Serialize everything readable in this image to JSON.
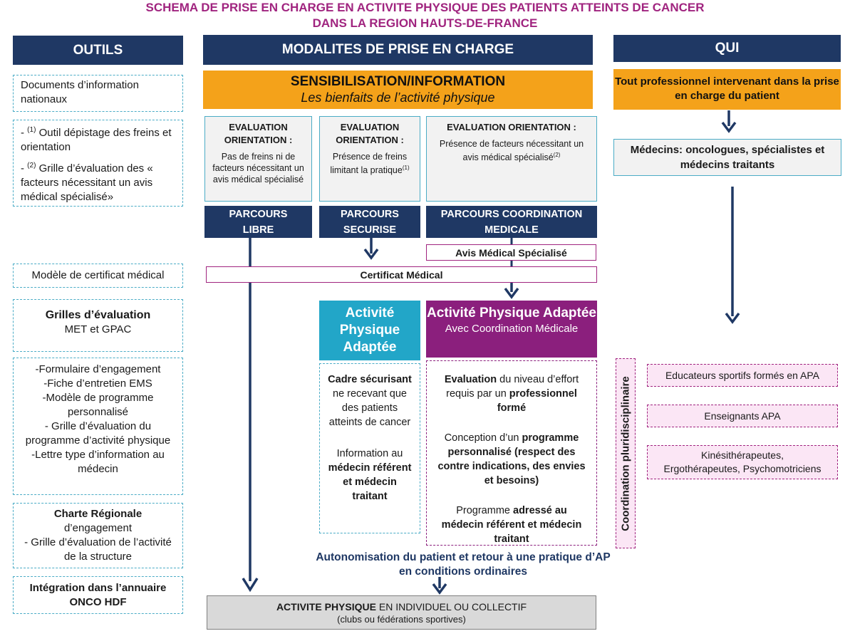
{
  "title": {
    "line1": "SCHEMA DE PRISE EN CHARGE EN ACTIVITE PHYSIQUE DES PATIENTS ATTEINTS DE CANCER",
    "line2": "DANS LA REGION HAUTS-DE-FRANCE"
  },
  "headers": {
    "outils": "OUTILS",
    "modalites": "MODALITES DE PRISE EN CHARGE",
    "qui": "QUI"
  },
  "outils": {
    "docs": "Documents d’information nationaux",
    "outil_sup": "(1)",
    "outil_text": " Outil dépistage des freins et orientation",
    "grille_sup": "(2)",
    "grille_text": " Grille d’évaluation des « facteurs nécessitant un avis médical spécialisé»",
    "certificat": "Modèle de certificat médical",
    "grilles_title": "Grilles d’évaluation",
    "grilles_sub": "MET et GPAC",
    "forms": [
      "-Formulaire d’engagement",
      "-Fiche d’entretien EMS",
      "-Modèle de programme personnalisé",
      "- Grille d’évaluation du programme d’activité physique",
      "-Lettre type d’information au médecin"
    ],
    "charte_title": "Charte Régionale",
    "charte_sub": "d’engagement",
    "charte_grille": "- Grille d’évaluation de l’activité de la structure",
    "annuaire": "Intégration dans l’annuaire ONCO HDF"
  },
  "sensibilisation": {
    "title": "SENSIBILISATION/INFORMATION",
    "subtitle": "Les bienfaits de l’activité physique"
  },
  "evaluations": [
    {
      "title": "EVALUATION ORIENTATION :",
      "text": "Pas de freins ni de facteurs nécessitant un avis médical spécialisé",
      "sup": ""
    },
    {
      "title": "EVALUATION ORIENTATION :",
      "text": "Présence de freins limitant la pratique",
      "sup": "(1)"
    },
    {
      "title": "EVALUATION ORIENTATION :",
      "text": "Présence de facteurs nécessitant un avis médical spécialisé",
      "sup": "(2)"
    }
  ],
  "parcours": [
    {
      "line1": "PARCOURS",
      "line2": "LIBRE"
    },
    {
      "line1": "PARCOURS",
      "line2": "SECURISE"
    },
    {
      "line1": "PARCOURS COORDINATION",
      "line2": "MEDICALE"
    }
  ],
  "avis": "Avis Médical Spécialisé",
  "certificat_medical": "Certificat Médical",
  "apa": {
    "title": "Activité Physique Adaptée",
    "coord_title": "Activité Physique Adaptée",
    "coord_sub": "Avec Coordination Médicale"
  },
  "apa_details": {
    "cadre_bold": "Cadre sécurisant",
    "cadre_text": " ne recevant que des patients atteints de cancer",
    "info_text": "Information au ",
    "info_bold": "médecin référent et médecin traitant"
  },
  "coord_details": {
    "eval_bold": "Evaluation",
    "eval_text": " du niveau d’effort requis par un ",
    "eval_bold2": "professionnel formé",
    "conc_text": "Conception d’un ",
    "conc_bold": "programme personnalisé (respect des contre indications, des envies et besoins)",
    "prog_text": "Programme ",
    "prog_bold": "adressé au médecin référent et médecin traitant"
  },
  "autonomisation": "Autonomisation du patient et retour à une pratique d’AP en conditions ordinaires",
  "final": {
    "bold": "ACTIVITE PHYSIQUE",
    "text": " EN INDIVIDUEL OU COLLECTIF",
    "sub": "(clubs ou fédérations sportives)"
  },
  "qui": {
    "tout_bold": "Tout professionnel",
    "tout_text": " intervenant dans la prise en charge du patient",
    "medecins": "Médecins: oncologues, spécialistes et médecins traitants",
    "coordination": "Coordination pluridisciplinaire",
    "educateurs": "Educateurs sportifs formés en APA",
    "enseignants": "Enseignants APA",
    "kine": "Kinésithérapeutes, Ergothérapeutes, Psychomotriciens"
  },
  "colors": {
    "navy": "#1f3864",
    "purple": "#8b1f7d",
    "magenta": "#a0247f",
    "cyan": "#22a6c8",
    "orange": "#f4a21a"
  }
}
